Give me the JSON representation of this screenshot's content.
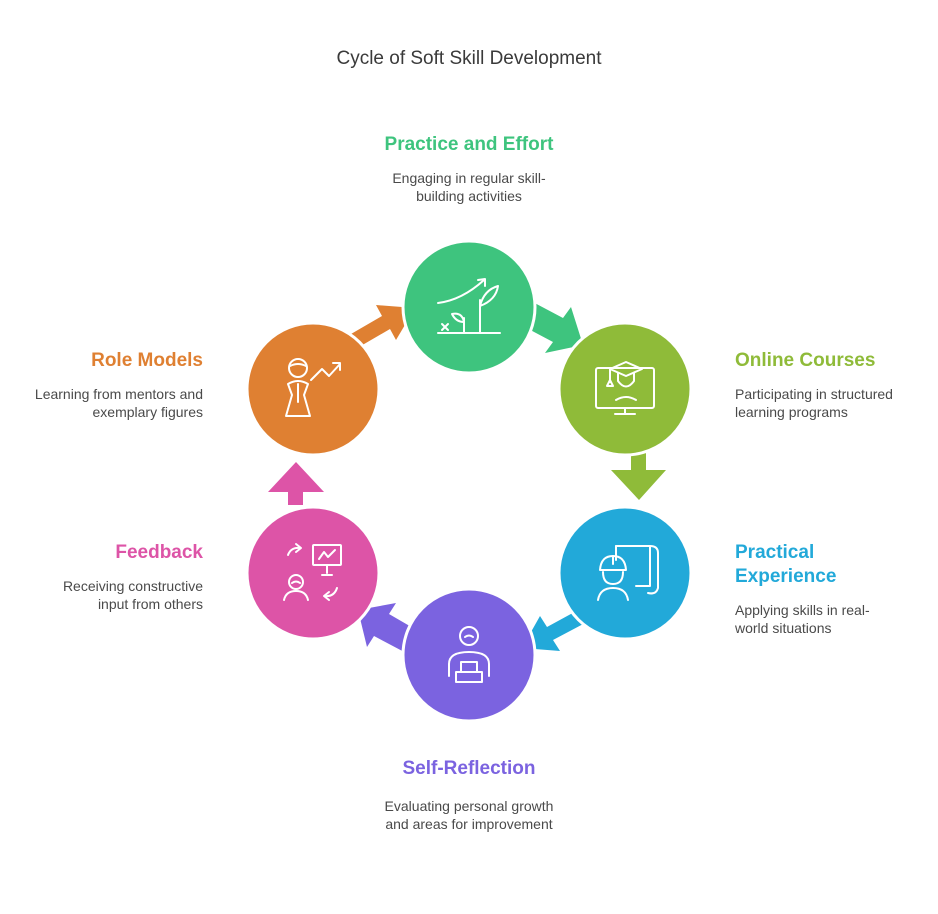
{
  "title": "Cycle of Soft Skill Development",
  "stages": [
    {
      "id": "practice",
      "heading": "Practice and Effort",
      "description": "Engaging in regular skill-building activities",
      "color": "#3ec47e",
      "icon": "plant-growth-chart-icon"
    },
    {
      "id": "online",
      "heading": "Online Courses",
      "description": "Participating in structured learning programs",
      "color": "#8fbb39",
      "icon": "graduate-on-monitor-icon"
    },
    {
      "id": "practical",
      "heading": "Practical Experience",
      "description": "Applying skills in real-world situations",
      "color": "#22a9d9",
      "icon": "engineer-with-blueprint-icon"
    },
    {
      "id": "reflection",
      "heading": "Self-Reflection",
      "description": "Evaluating personal growth and areas for improvement",
      "color": "#7b63e0",
      "icon": "person-at-podium-icon"
    },
    {
      "id": "feedback",
      "heading": "Feedback",
      "description": "Receiving constructive input from others",
      "color": "#dd54a7",
      "icon": "feedback-presentation-icon"
    },
    {
      "id": "role",
      "heading": "Role Models",
      "description": "Learning from mentors and exemplary figures",
      "color": "#df8032",
      "icon": "mentor-growth-icon"
    }
  ]
}
